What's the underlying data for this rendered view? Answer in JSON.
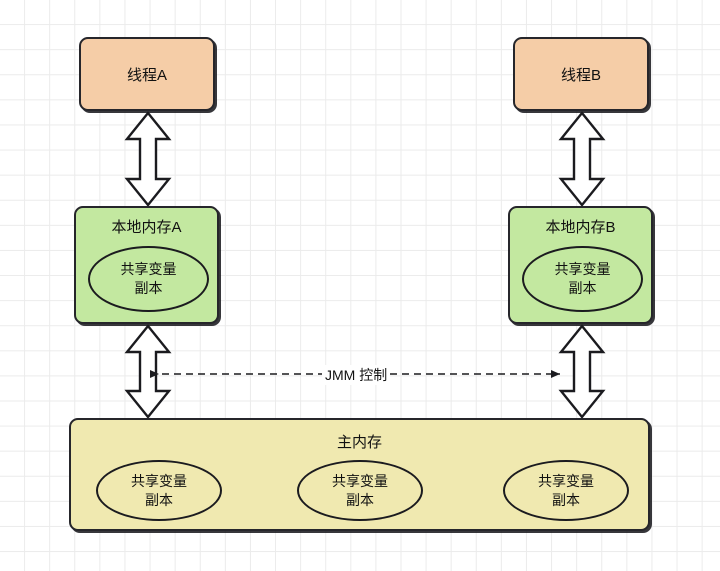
{
  "diagram": {
    "title_hidden": "",
    "background": {
      "grid_color": "#ebebeb",
      "page_color": "#ffffff",
      "grid_size": 25
    },
    "colors": {
      "thread_fill": "#f5cda7",
      "local_memory_fill": "#c3e8a0",
      "main_memory_fill": "#f0e9b0",
      "stroke": "#26262b",
      "text": "#111111"
    },
    "threads": [
      {
        "id": "thread-a",
        "label": "线程A"
      },
      {
        "id": "thread-b",
        "label": "线程B"
      }
    ],
    "local_memories": [
      {
        "id": "local-memory-a",
        "label": "本地内存A",
        "variable": {
          "line1": "共享变量",
          "line2": "副本"
        }
      },
      {
        "id": "local-memory-b",
        "label": "本地内存B",
        "variable": {
          "line1": "共享变量",
          "line2": "副本"
        }
      }
    ],
    "main_memory": {
      "id": "main-memory",
      "label": "主内存",
      "variables": [
        {
          "line1": "共享变量",
          "line2": "副本"
        },
        {
          "line1": "共享变量",
          "line2": "副本"
        },
        {
          "line1": "共享变量",
          "line2": "副本"
        }
      ]
    },
    "connector": {
      "label": "JMM 控制",
      "style": "dashed-double-arrow"
    },
    "block_arrows": [
      {
        "id": "arrow-thread-a-local-a",
        "direction": "bidirectional"
      },
      {
        "id": "arrow-thread-b-local-b",
        "direction": "bidirectional"
      },
      {
        "id": "arrow-local-a-main",
        "direction": "bidirectional"
      },
      {
        "id": "arrow-local-b-main",
        "direction": "bidirectional"
      }
    ]
  }
}
